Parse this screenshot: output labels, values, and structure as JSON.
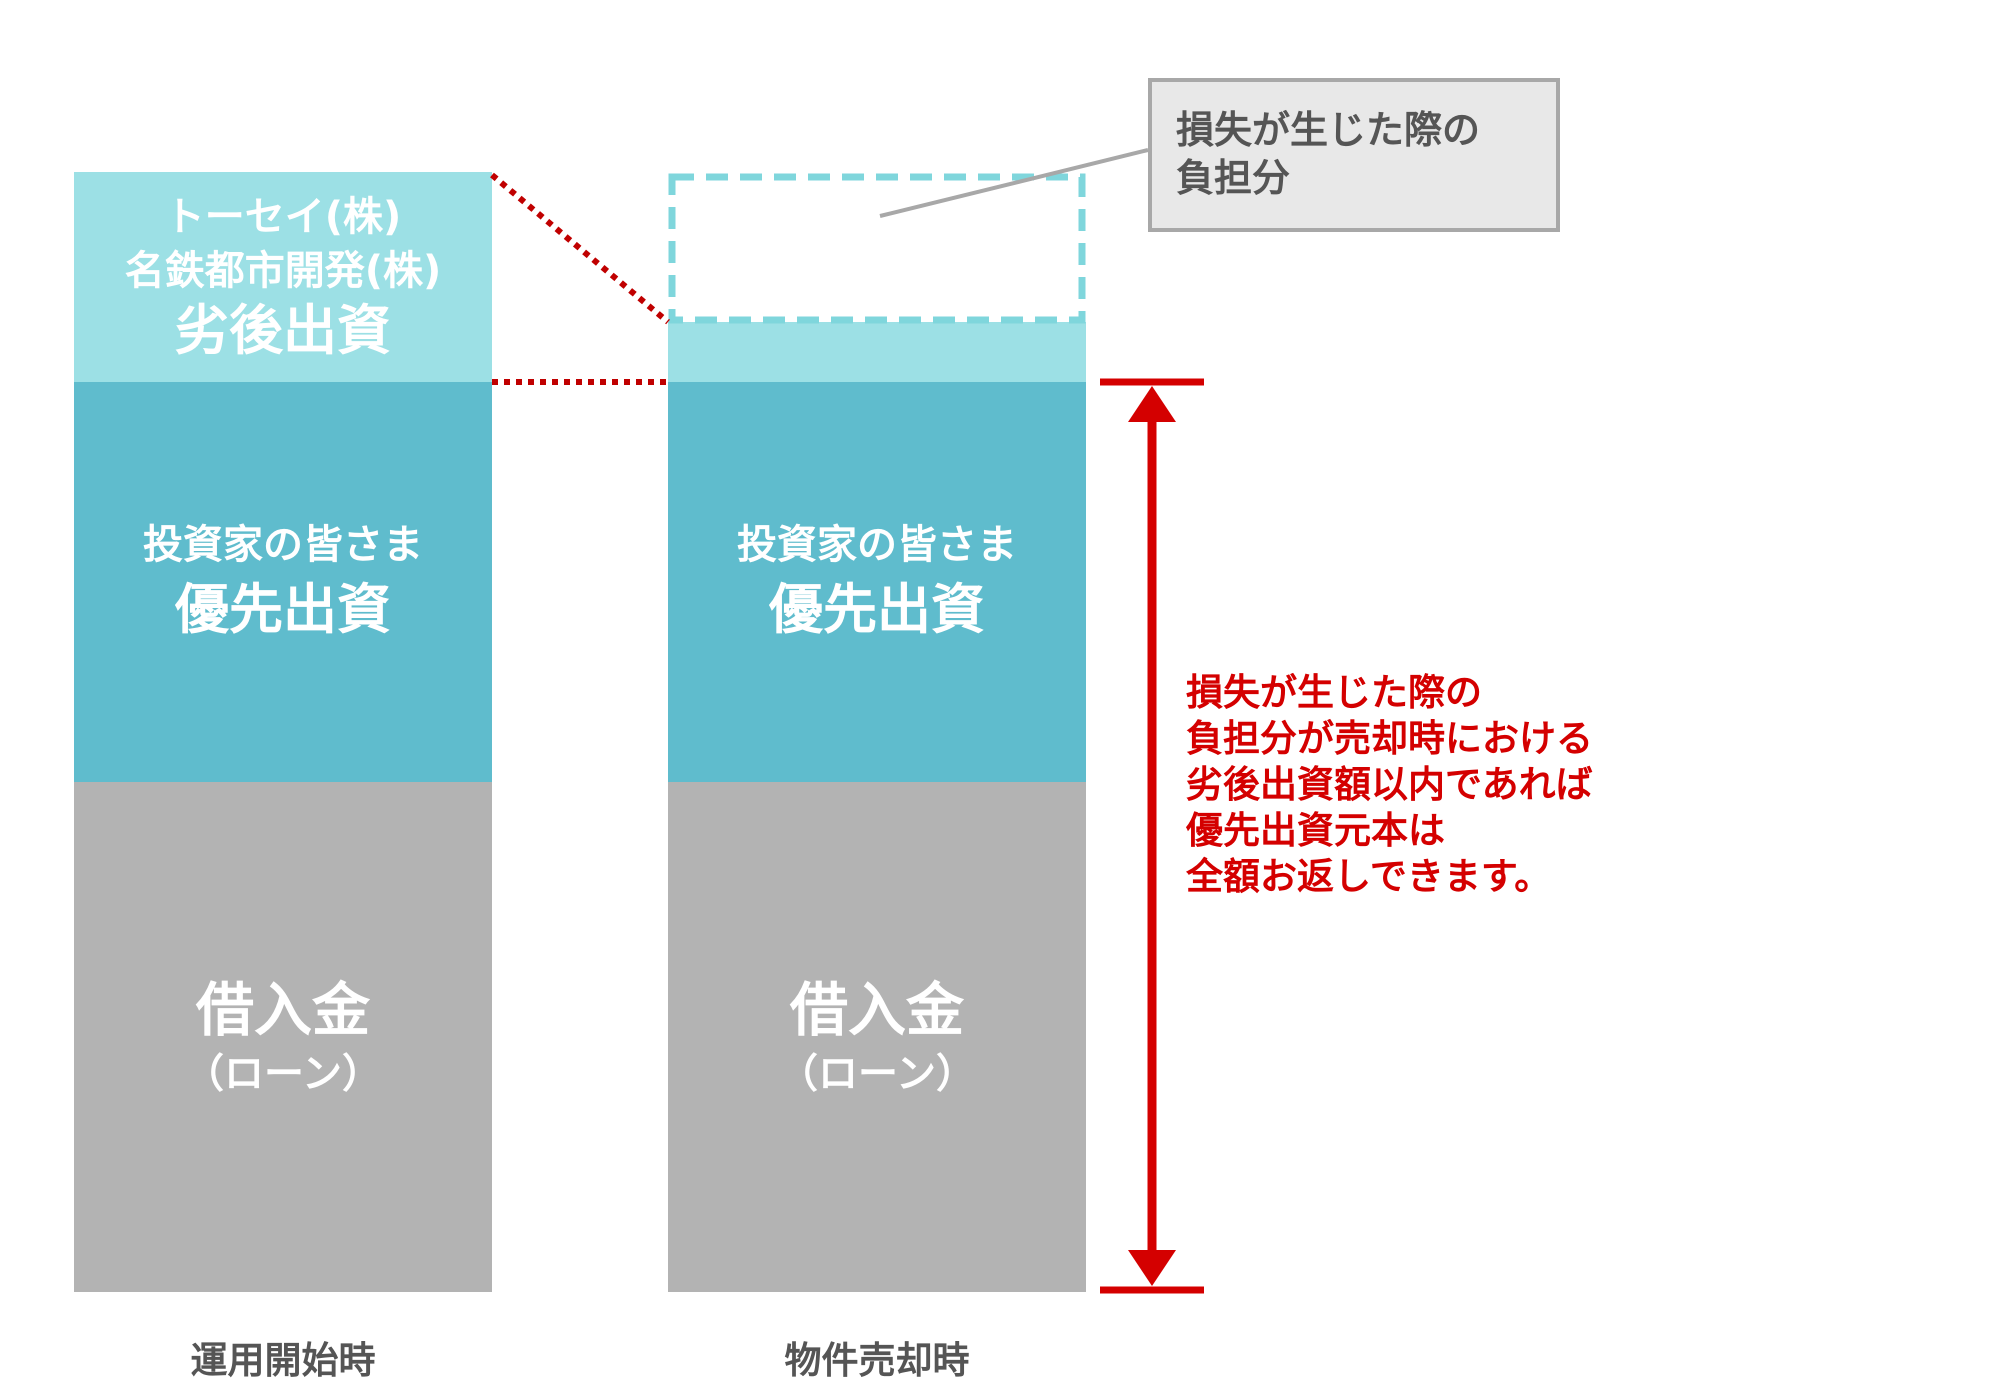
{
  "columns": [
    {
      "label": "運用開始時",
      "subordinated": {
        "line1": "トーセイ(株)",
        "line2": "名鉄都市開発(株)",
        "title": "劣後出資"
      },
      "senior": {
        "line1": "投資家の皆さま",
        "title": "優先出資"
      },
      "loan": {
        "title": "借入金",
        "sub": "（ローン）"
      }
    },
    {
      "label": "物件売却時",
      "senior": {
        "line1": "投資家の皆さま",
        "title": "優先出資"
      },
      "loan": {
        "title": "借入金",
        "sub": "（ローン）"
      }
    }
  ],
  "loss_box": {
    "line1": "損失が生じた際の",
    "line2": "負担分"
  },
  "note": {
    "lines": [
      "損失が生じた際の",
      "負担分が売却時における",
      "劣後出資額以内であれば",
      "優先出資元本は",
      "全額お返しできます。"
    ]
  },
  "colors": {
    "subordinated": "#9ce0e5",
    "senior": "#5fbccd",
    "loan": "#b3b3b3",
    "accent_red": "#d40000",
    "dashed_cyan": "#7fd6dc"
  }
}
